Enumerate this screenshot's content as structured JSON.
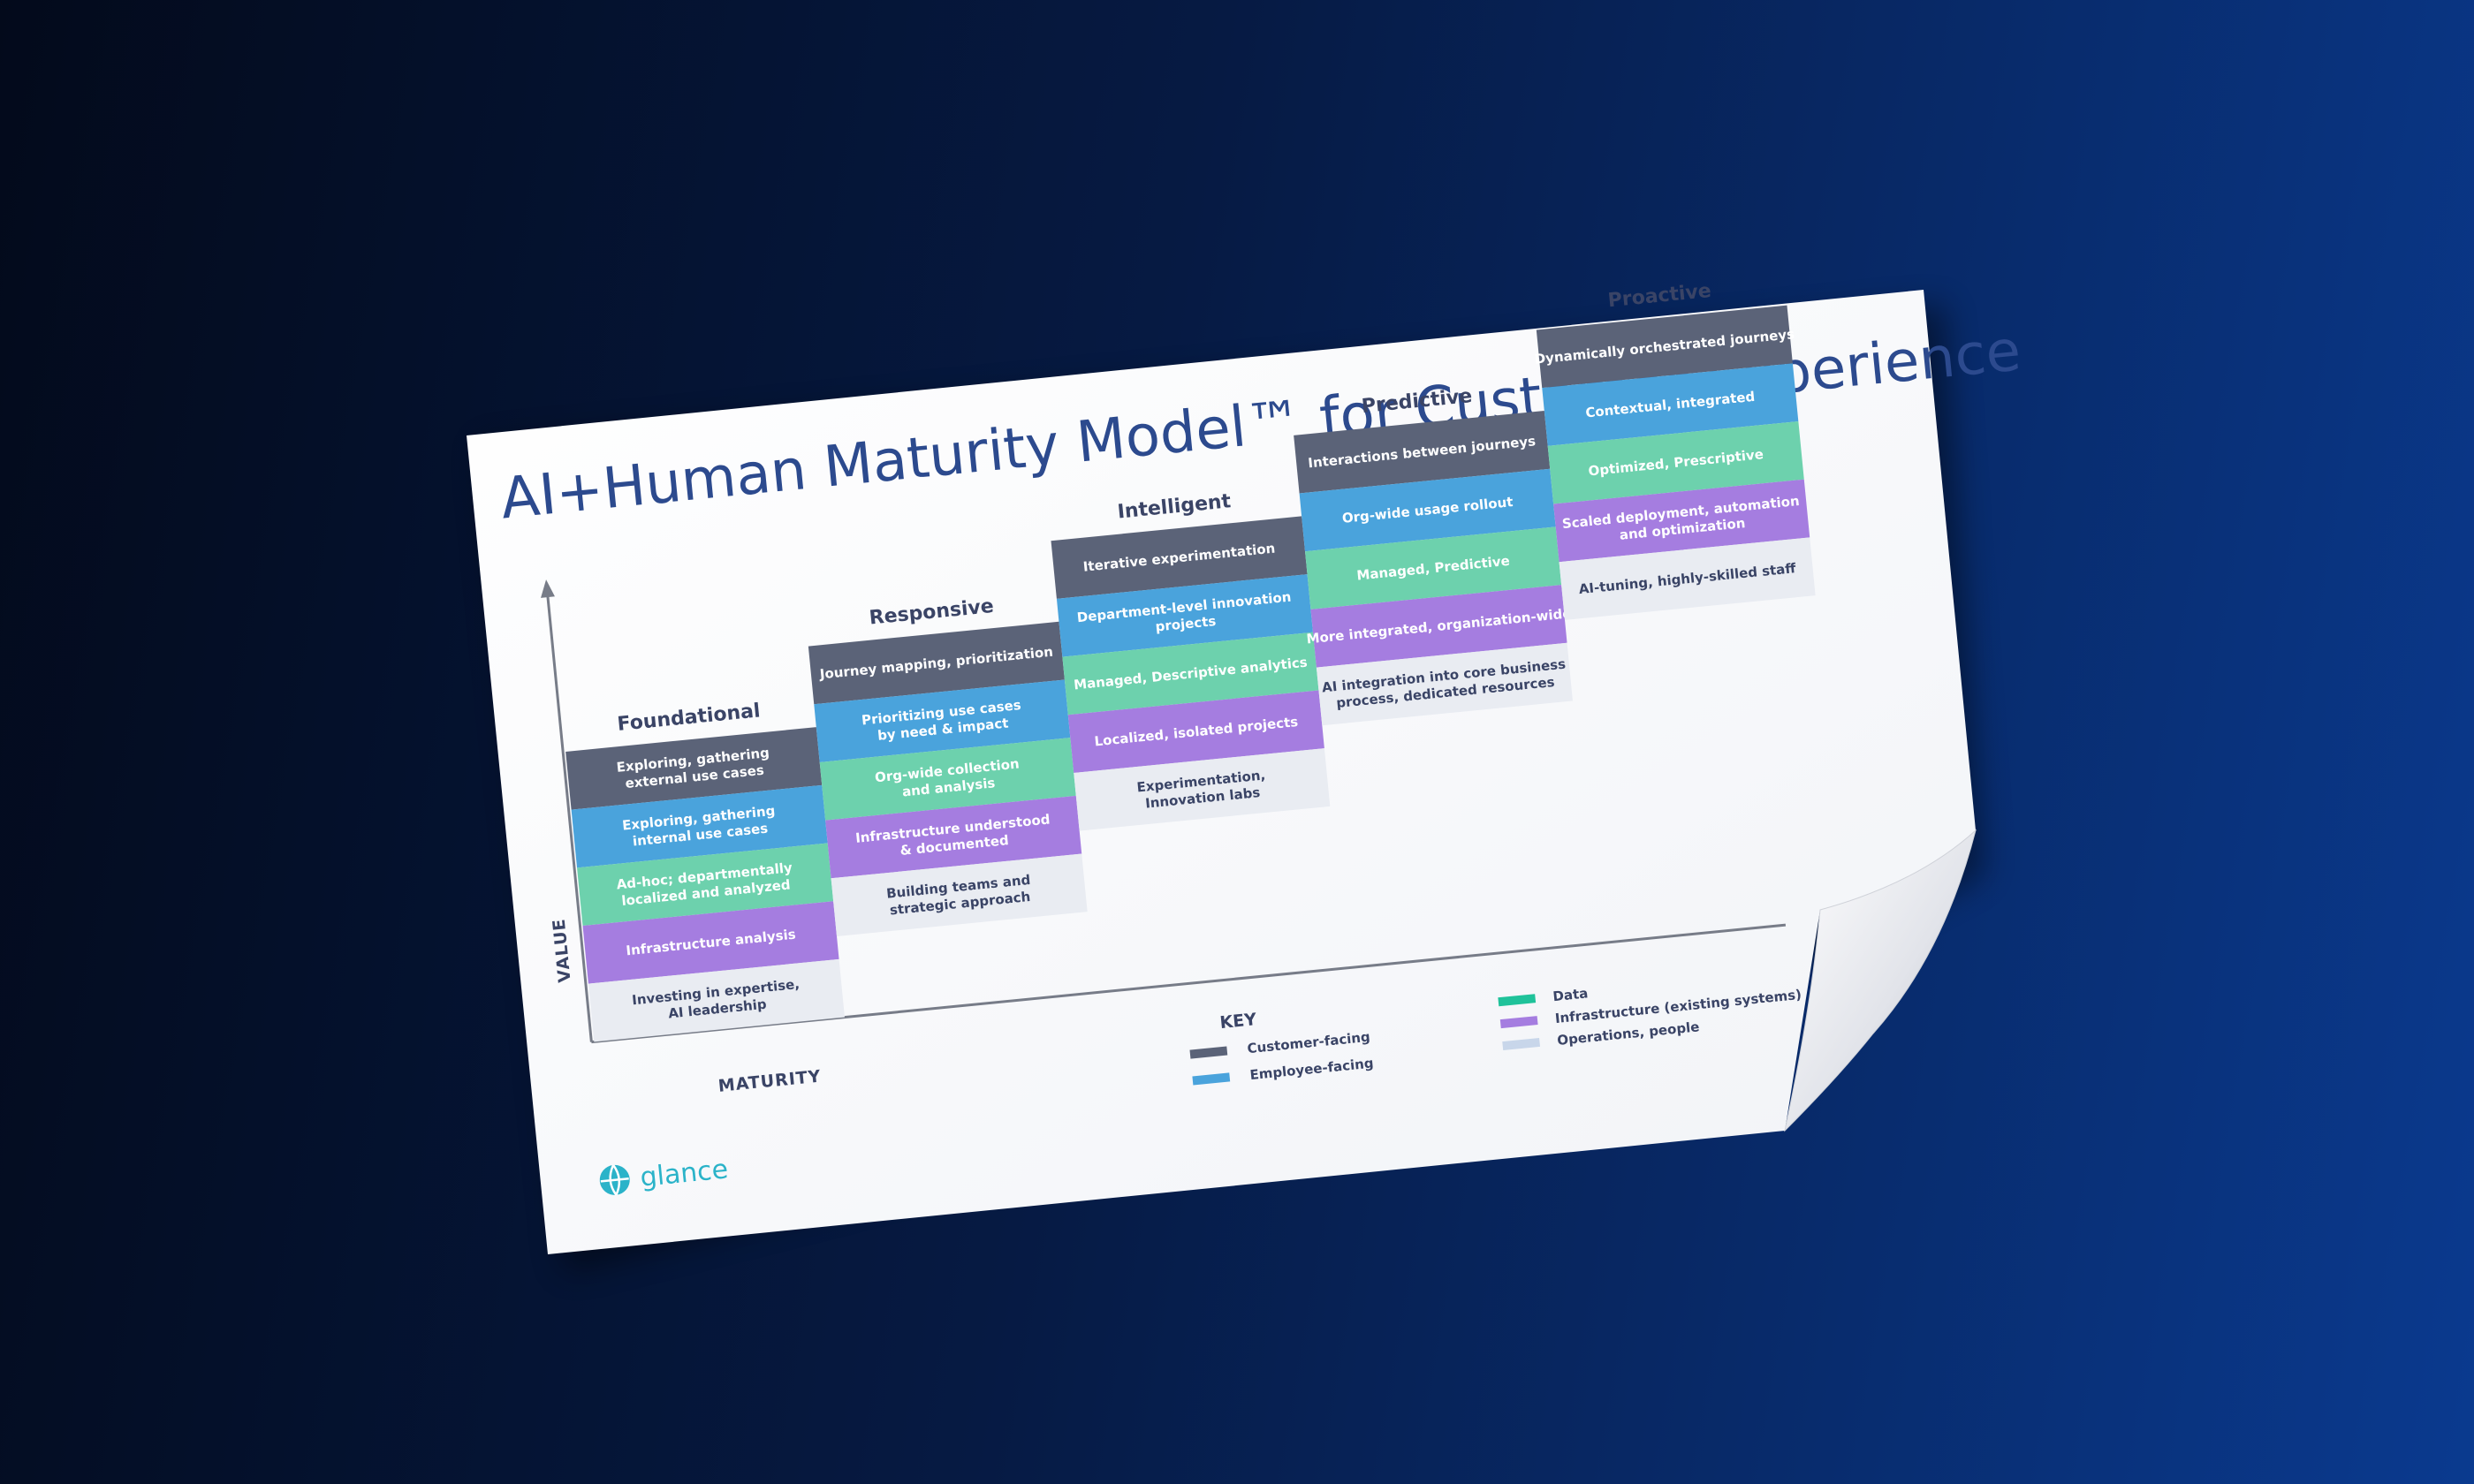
{
  "title": "AI+Human Maturity Model™ for Customer Experience",
  "axes": {
    "y_label": "VALUE",
    "x_label": "MATURITY"
  },
  "colors": {
    "customer_facing": "#5b6378",
    "employee_facing": "#4aa3dc",
    "data": "#6dd1ad",
    "infrastructure": "#a57de0",
    "operations": "#e9ecf2",
    "title": "#2c4a8e",
    "logo": "#2bb3c9"
  },
  "stages": [
    {
      "name": "Foundational",
      "cells": [
        "Exploring, gathering\nexternal use cases",
        "Exploring, gathering\ninternal use cases",
        "Ad-hoc; departmentally\nlocalized and analyzed",
        "Infrastructure analysis",
        "Investing in expertise,\nAI leadership"
      ]
    },
    {
      "name": "Responsive",
      "cells": [
        "Journey mapping, prioritization",
        "Prioritizing use cases\nby need & impact",
        "Org-wide collection\nand analysis",
        "Infrastructure understood\n& documented",
        "Building teams and\nstrategic approach"
      ]
    },
    {
      "name": "Intelligent",
      "cells": [
        "Iterative experimentation",
        "Department-level innovation\nprojects",
        "Managed, Descriptive analytics",
        "Localized, isolated projects",
        "Experimentation,\nInnovation labs"
      ]
    },
    {
      "name": "Predictive",
      "cells": [
        "Interactions between journeys",
        "Org-wide usage rollout",
        "Managed, Predictive",
        "More integrated, organization-wide",
        "AI integration into core business\nprocess, dedicated resources"
      ]
    },
    {
      "name": "Proactive",
      "cells": [
        "Dynamically orchestrated journeys",
        "Contextual, integrated",
        "Optimized, Prescriptive",
        "Scaled deployment, automation\nand optimization",
        "AI-tuning, highly-skilled staff"
      ]
    }
  ],
  "key": {
    "title": "KEY",
    "items": [
      {
        "label": "Customer-facing",
        "color": "#5b6378"
      },
      {
        "label": "Employee-facing",
        "color": "#4aa3dc"
      },
      {
        "label": "Data",
        "color": "#1fc29a"
      },
      {
        "label": "Infrastructure (existing systems)",
        "color": "#a57de0"
      },
      {
        "label": "Operations, people",
        "color": "#c8d6ea"
      }
    ]
  },
  "logo": {
    "text": "glance",
    "icon": "globe-icon"
  }
}
